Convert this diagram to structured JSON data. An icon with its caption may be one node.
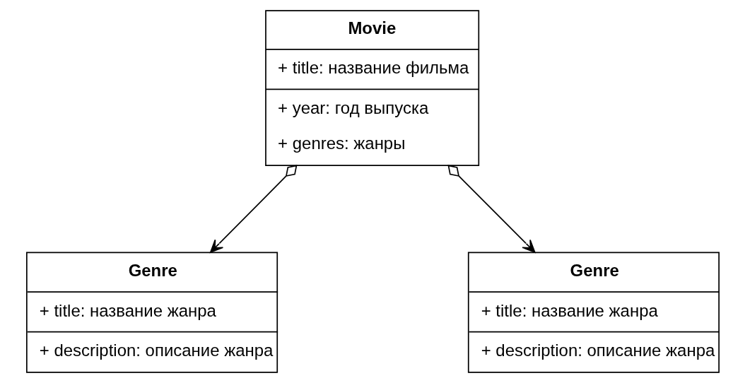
{
  "diagram": {
    "nodes": [
      {
        "text": [
          "Movie",
          "+ title: название фильма",
          "+ year: год выпуска",
          "+ genres: жанры"
        ]
      },
      {
        "text": [
          "Genre",
          "+ title: название жанра",
          "+ description: описание жанра"
        ]
      },
      {
        "text": [
          "Genre",
          "+ title: название жанра",
          "+ description: описание жанра"
        ]
      }
    ],
    "edges": [
      {
        "from": 0,
        "to": 1,
        "arrow": "to"
      },
      {
        "from": 0,
        "to": 2,
        "arrow": "to"
      }
    ]
  }
}
